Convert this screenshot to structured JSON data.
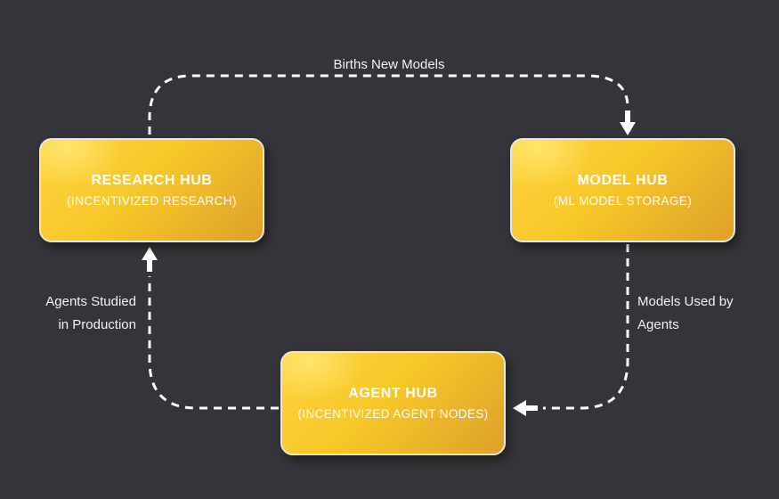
{
  "diagram": {
    "background_color": "#34343a",
    "node_gradient_top": "#fdd23f",
    "node_gradient_bottom": "#dda02a",
    "node_border_color": "#ece5d6",
    "edge_line_color": "#ffffff",
    "label_text_color": "#f3f3f3",
    "nodes": [
      {
        "id": "research-hub",
        "title": "RESEARCH HUB",
        "subtitle": "(INCENTIVIZED RESEARCH)"
      },
      {
        "id": "model-hub",
        "title": "MODEL HUB",
        "subtitle": "(ML MODEL STORAGE)"
      },
      {
        "id": "agent-hub",
        "title": "AGENT HUB",
        "subtitle": "(INCENTIVIZED AGENT NODES)"
      }
    ],
    "edges": [
      {
        "from": "research-hub",
        "to": "model-hub",
        "label": "Births New Models"
      },
      {
        "from": "model-hub",
        "to": "agent-hub",
        "label_lines": [
          "Models Used by",
          "Agents"
        ]
      },
      {
        "from": "agent-hub",
        "to": "research-hub",
        "label_lines": [
          "Agents Studied",
          "in Production"
        ]
      }
    ]
  }
}
